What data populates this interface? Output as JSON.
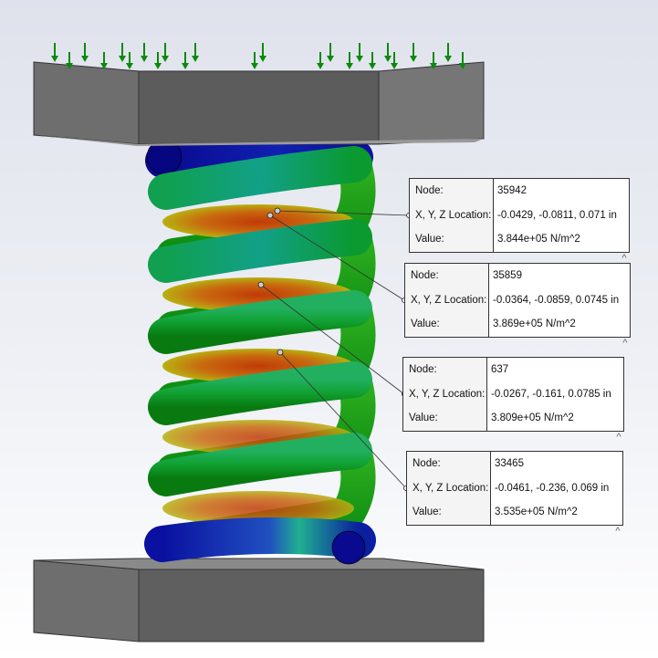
{
  "colors": {
    "plate": "#666666",
    "arrow": "#0a8a0a",
    "low": "#0a0aa0",
    "high": "#c03a08"
  },
  "probes": [
    {
      "node_label": "Node:",
      "node": "35942",
      "loc_label": "X, Y, Z Location:",
      "loc": "-0.0429, -0.0811, 0.071 in",
      "value_label": "Value:",
      "value": "3.844e+05 N/m^2"
    },
    {
      "node_label": "Node:",
      "node": "35859",
      "loc_label": "X, Y, Z Location:",
      "loc": "-0.0364, -0.0859, 0.0745 in",
      "value_label": "Value:",
      "value": "3.869e+05 N/m^2"
    },
    {
      "node_label": "Node:",
      "node": "637",
      "loc_label": "X, Y, Z Location:",
      "loc": "-0.0267, -0.161, 0.0785 in",
      "value_label": "Value:",
      "value": "3.809e+05 N/m^2"
    },
    {
      "node_label": "Node:",
      "node": "33465",
      "loc_label": "X, Y, Z Location:",
      "loc": "-0.0461, -0.236, 0.069 in",
      "value_label": "Value:",
      "value": "3.535e+05 N/m^2"
    }
  ],
  "caret": "^"
}
